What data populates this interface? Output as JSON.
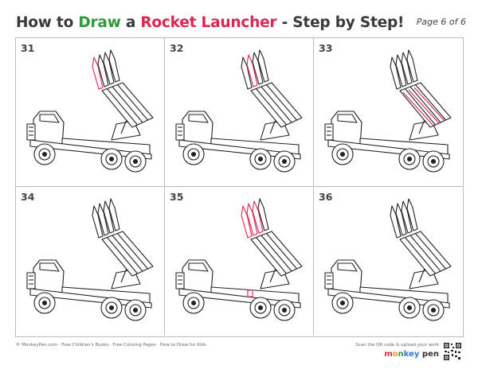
{
  "header": {
    "title_part1": "How to ",
    "title_draw": "Draw",
    "title_part2": " a ",
    "title_subject": "Rocket Launcher",
    "title_part3": " - Step by Step!",
    "page": "Page 6 of 6"
  },
  "steps": [
    {
      "number": "31"
    },
    {
      "number": "32"
    },
    {
      "number": "33"
    },
    {
      "number": "34"
    },
    {
      "number": "35"
    },
    {
      "number": "36"
    }
  ],
  "footer": {
    "links": "© MonkeyPen.com · Free Children's Books · Free Coloring Pages · How to Draw for Kids",
    "qr_text": "Scan the QR code & upload your work",
    "logo_m": "m",
    "logo_o": "o",
    "logo_n": "n",
    "logo_k": "key",
    "logo_p": " pen"
  },
  "colors": {
    "green": "#2e9a3c",
    "red": "#e0244f",
    "line": "#222222",
    "highlight": "#e0244f"
  }
}
